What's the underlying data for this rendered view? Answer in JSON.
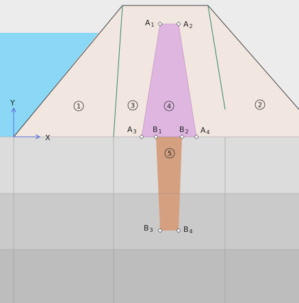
{
  "diagram": {
    "axes": {
      "x_label": "X",
      "y_label": "Y"
    },
    "zones": [
      {
        "id": "1",
        "label": "1"
      },
      {
        "id": "2",
        "label": "2"
      },
      {
        "id": "3",
        "label": "3"
      },
      {
        "id": "4",
        "label": "4"
      },
      {
        "id": "5",
        "label": "5"
      }
    ],
    "points": [
      {
        "id": "A1",
        "letter": "A",
        "sub": "1"
      },
      {
        "id": "A2",
        "letter": "A",
        "sub": "2"
      },
      {
        "id": "A3",
        "letter": "A",
        "sub": "3"
      },
      {
        "id": "A4",
        "letter": "A",
        "sub": "4"
      },
      {
        "id": "B1",
        "letter": "B",
        "sub": "1"
      },
      {
        "id": "B2",
        "letter": "B",
        "sub": "2"
      },
      {
        "id": "B3",
        "letter": "B",
        "sub": "3"
      },
      {
        "id": "B4",
        "letter": "B",
        "sub": "4"
      }
    ],
    "colors": {
      "water": "#8ad8f5",
      "dam_shell": "#f2e6e0",
      "core": "#dfb6e0",
      "cutoff_wall": "#d5a07f",
      "foundation_upper": "#dcdcdc",
      "foundation_middle": "#cacaca",
      "foundation_lower": "#bdbdbd",
      "zone_boundary": "#2f8a6a",
      "outline": "#444444",
      "axis": "#5a6bd6"
    }
  }
}
